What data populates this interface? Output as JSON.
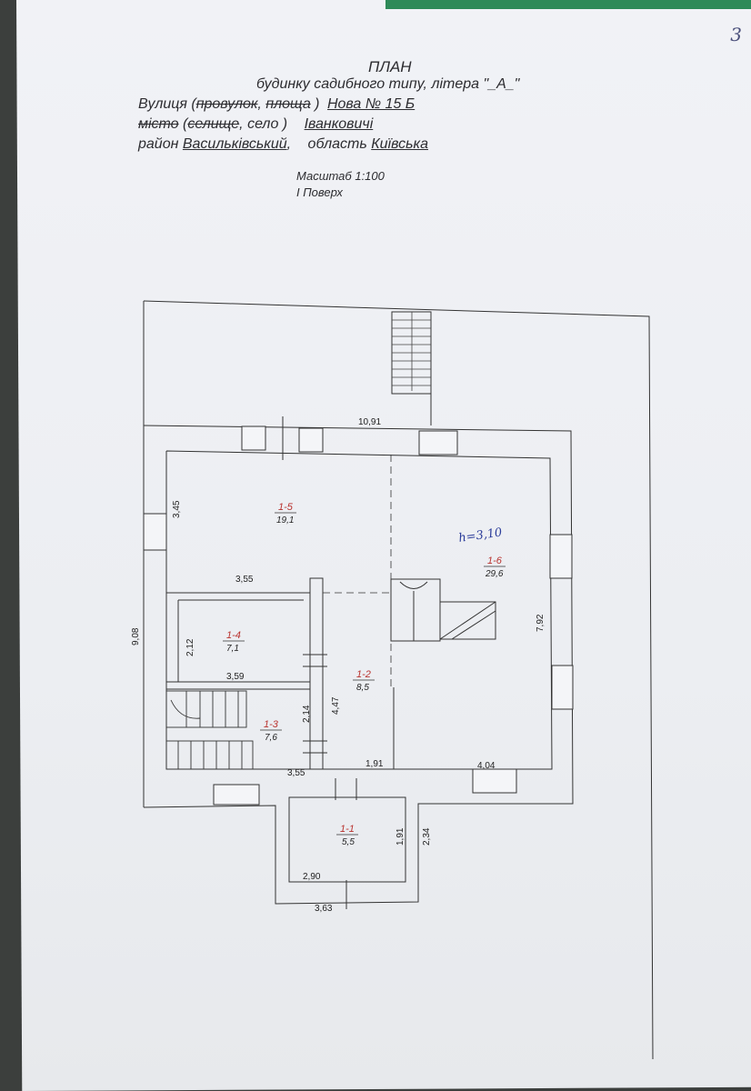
{
  "page_number": "3",
  "header": {
    "title": "ПЛАН",
    "subtitle": "будинку садибного типу, літера \"_А_\"",
    "street_label_a": "Вулиця (",
    "street_struck_1": "провулок",
    "street_mid": ", ",
    "street_struck_2": "площа",
    "street_label_b": " )",
    "street_value": "Нова  №  15 Б",
    "settlement_struck_1": "місто",
    "settlement_open": " (",
    "settlement_struck_2": "селище",
    "settlement_label": ", село )",
    "settlement_value": "Іванковичі",
    "district_label": "район",
    "district_value": "Васильківський",
    "district_sep": ",",
    "region_label": "область",
    "region_value": "Київська",
    "scale": "Масштаб 1:100",
    "floor": "І Поверх"
  },
  "plan": {
    "handwritten_height": "h=3,10",
    "rooms": [
      {
        "id": "1-1",
        "area": "5,5"
      },
      {
        "id": "1-2",
        "area": "8,5"
      },
      {
        "id": "1-3",
        "area": "7,6"
      },
      {
        "id": "1-4",
        "area": "7,1"
      },
      {
        "id": "1-5",
        "area": "19,1"
      },
      {
        "id": "1-6",
        "area": "29,6"
      }
    ],
    "dimensions": {
      "top_width": "10,91",
      "overall_height": "9,08",
      "room_1_5_height": "3,45",
      "room_1_5_width": "3,55",
      "room_1_4_height": "2,12",
      "room_1_4_width": "3,59",
      "room_1_3_height": "2,14",
      "room_1_2_height": "4,47",
      "bottom_left_width": "3,55",
      "room_1_2_width": "1,91",
      "bottom_right_width": "4,04",
      "room_1_6_height": "7,92",
      "room_1_1_height": "1,91",
      "porch_height": "2,34",
      "room_1_1_width": "2,90",
      "porch_width": "3,63"
    }
  }
}
